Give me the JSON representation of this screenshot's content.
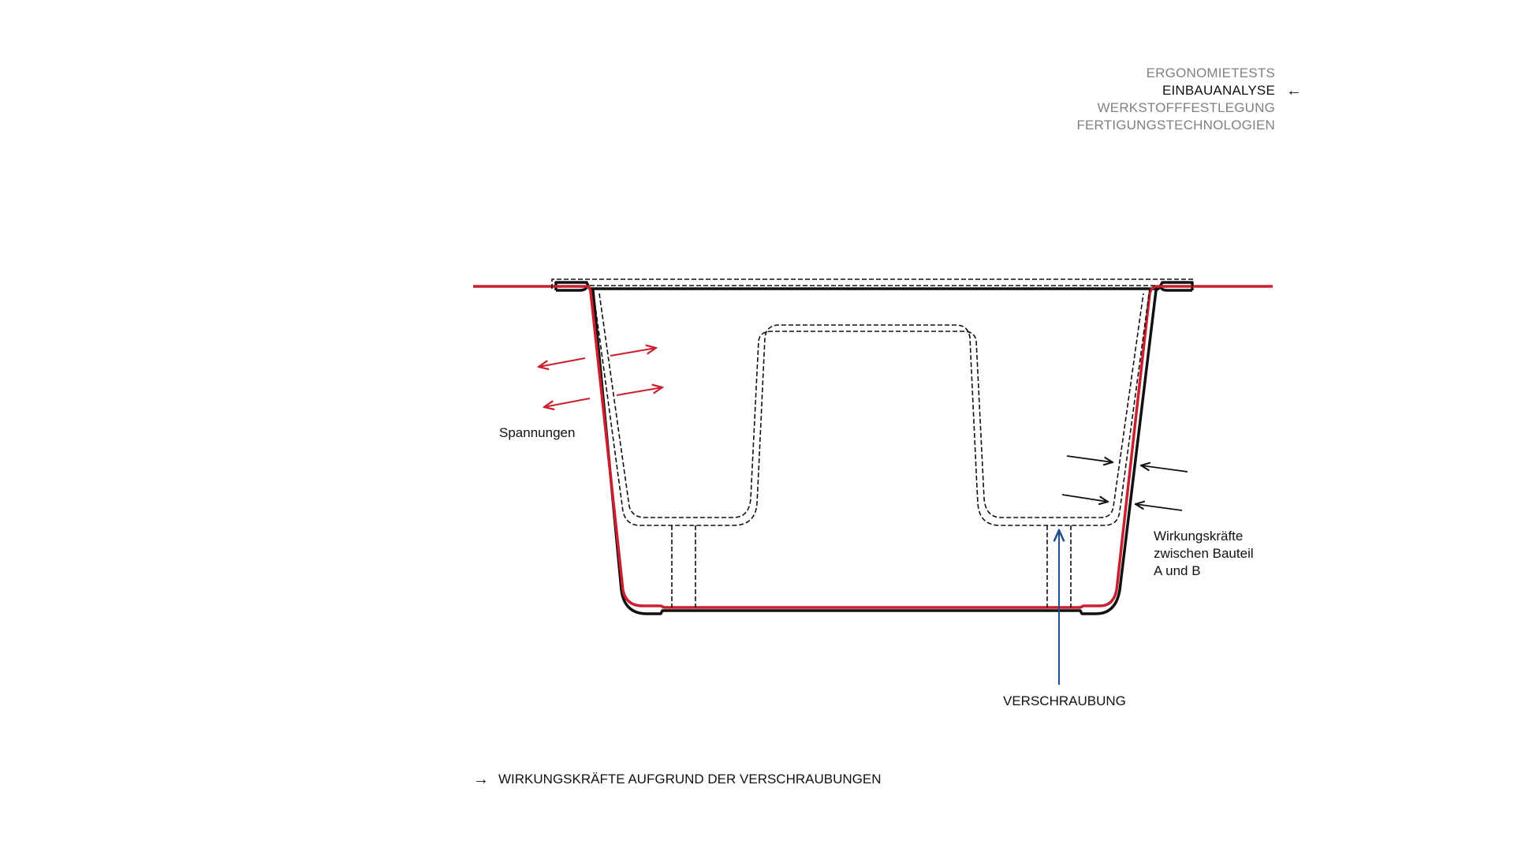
{
  "nav": {
    "items": [
      {
        "label": "ERGONOMIETESTS",
        "active": false
      },
      {
        "label": "EINBAUANALYSE",
        "active": true
      },
      {
        "label": "WERKSTOFFFESTLEGUNG",
        "active": false
      },
      {
        "label": "FERTIGUNGSTECHNOLOGIEN",
        "active": false
      }
    ],
    "active_indicator": "←"
  },
  "diagram": {
    "label_tension": "Spannungen",
    "label_forces": [
      "Wirkungskräfte",
      "zwischen Bauteil",
      "A und B"
    ],
    "label_screw": "VERSCHRAUBUNG"
  },
  "legend": {
    "arrow": "→",
    "text": "WIRKUNGSKRÄFTE AUFGRUND DER VERSCHRAUBUNGEN"
  },
  "colors": {
    "red": "#cc1f2d",
    "black": "#111111",
    "blue": "#1f4e8c",
    "nav_inactive": "#808080"
  }
}
